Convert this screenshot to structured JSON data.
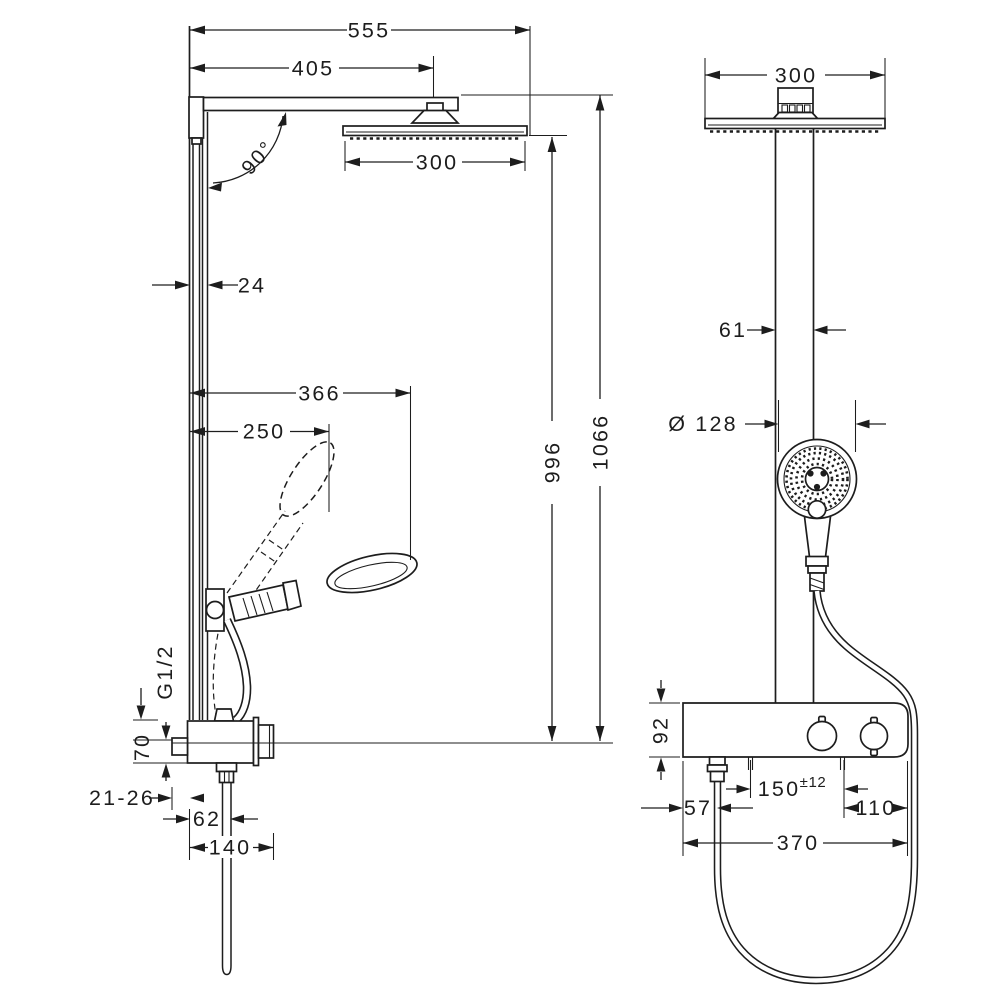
{
  "drawing": {
    "description": "Shower pipe technical dimension drawing, side view and front view",
    "line_color": "#1d1d1d",
    "background_color": "#ffffff",
    "left_view": {
      "overall_width": "555",
      "arm_length": "405",
      "head_width": "300",
      "arm_angle": "90°",
      "bar_depth": "24",
      "handshower_reach": "366",
      "handshower_reach_upper": "250",
      "height_to_head": "996",
      "height_to_arm": "1066",
      "hose_thread": "G1/2",
      "valve_drop": "70",
      "wall_clearance": "21-26",
      "hose_offset": "62",
      "valve_depth": "140"
    },
    "right_view": {
      "head_width": "300",
      "pipe_width": "61",
      "handshower_diameter": "Ø 128",
      "valve_height": "92",
      "inlet_left_offset": "57",
      "inlet_spacing": "150",
      "inlet_spacing_tolerance": "±12",
      "inlet_right_offset": "110",
      "valve_width": "370"
    }
  }
}
